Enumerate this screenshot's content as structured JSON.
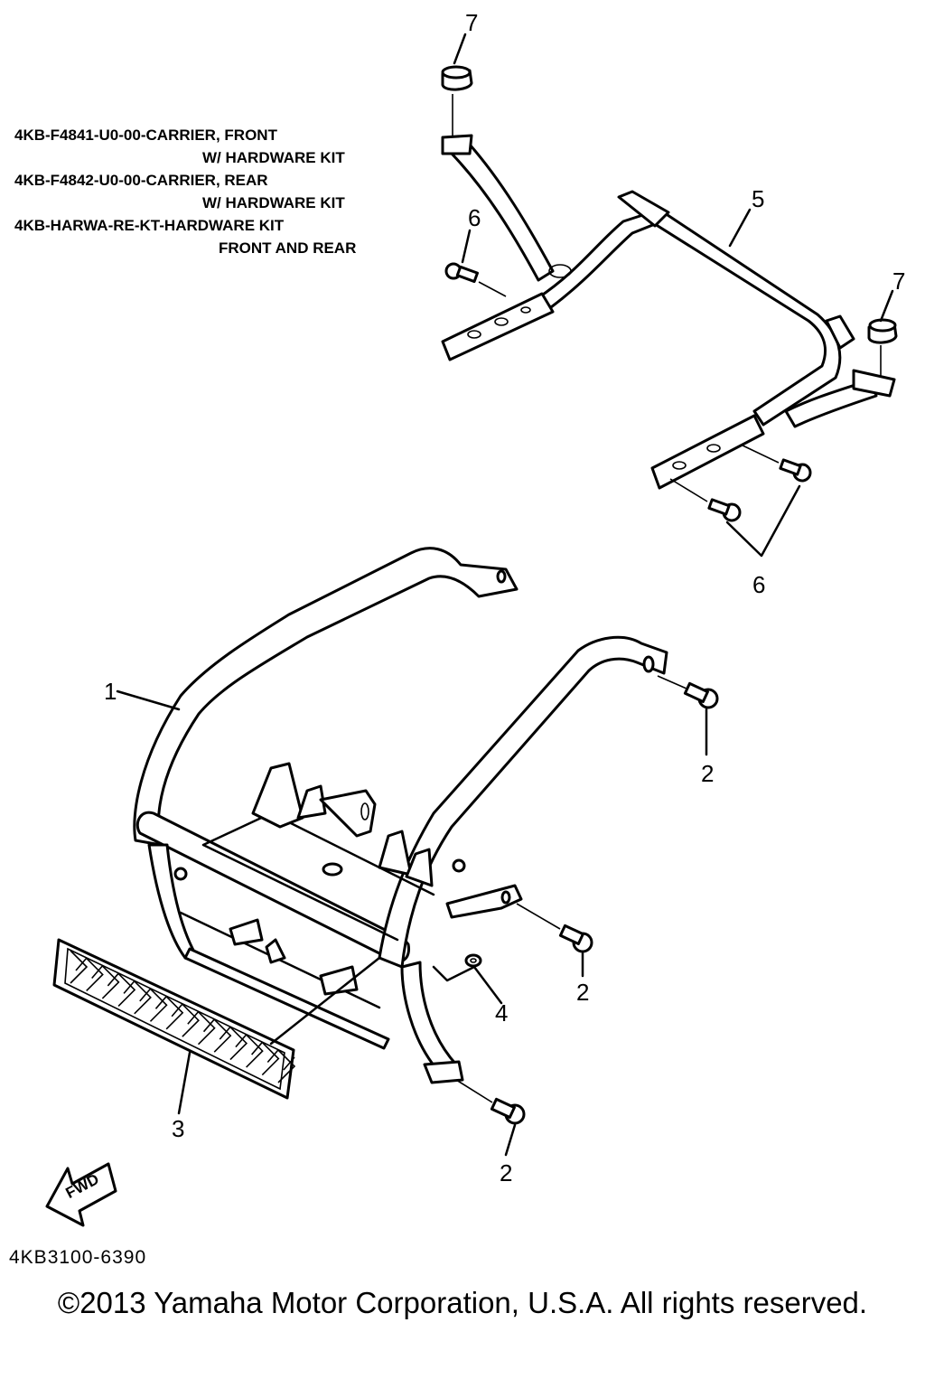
{
  "parts_notes": [
    {
      "code": "4KB-F4841-U0-00",
      "desc": "CARRIER, FRONT"
    },
    {
      "cont": "W/ HARDWARE KIT"
    },
    {
      "code": "4KB-F4842-U0-00",
      "desc": "CARRIER, REAR"
    },
    {
      "cont": "W/ HARDWARE KIT"
    },
    {
      "code": "4KB-HARWA-RE-KT",
      "desc": "HARDWARE KIT"
    },
    {
      "cont": "FRONT AND REAR"
    }
  ],
  "callouts": {
    "c1": "1",
    "c2a": "2",
    "c2b": "2",
    "c2c": "2",
    "c3": "3",
    "c4": "4",
    "c5": "5",
    "c6a": "6",
    "c6b": "6",
    "c7a": "7",
    "c7b": "7"
  },
  "direction_label": "FWD",
  "drawing_code": "4KB3100-6390",
  "copyright": "©2013 Yamaha Motor Corporation, U.S.A. All rights reserved."
}
